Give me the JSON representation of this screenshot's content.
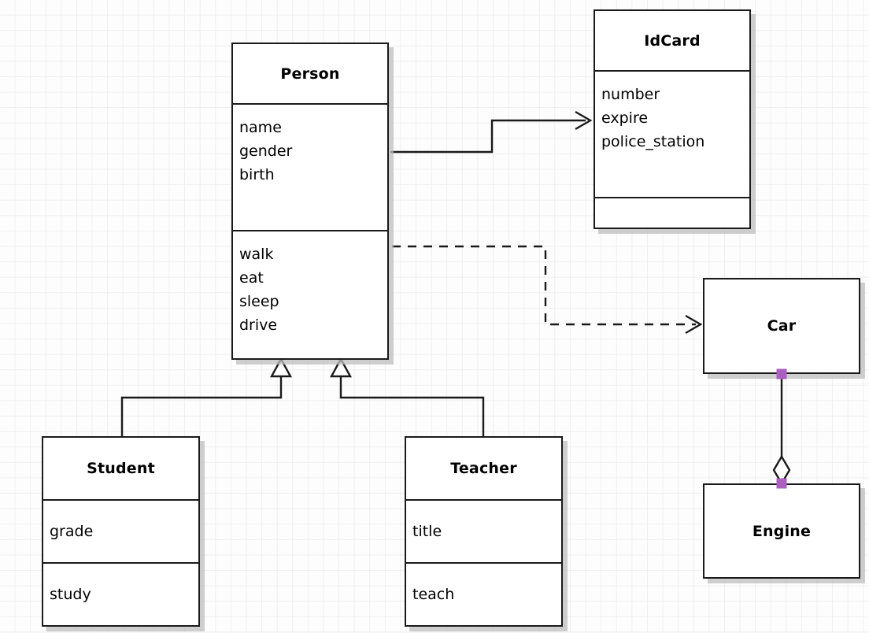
{
  "diagram": {
    "kind": "uml-class-diagram",
    "background": "#fdfdfd",
    "grid_color": "#efefef",
    "line_color": "#1a1a1a",
    "box_fill": "#ffffff",
    "handle_color": "#ab60c0"
  },
  "classes": {
    "person": {
      "name": "Person",
      "attributes": [
        "name",
        "gender",
        "birth"
      ],
      "operations": [
        "walk",
        "eat",
        "sleep",
        "drive"
      ]
    },
    "idcard": {
      "name": "IdCard",
      "attributes": [
        "number",
        "expire",
        "police_station"
      ],
      "operations": []
    },
    "student": {
      "name": "Student",
      "attributes": [
        "grade"
      ],
      "operations": [
        "study"
      ]
    },
    "teacher": {
      "name": "Teacher",
      "attributes": [
        "title"
      ],
      "operations": [
        "teach"
      ]
    },
    "car": {
      "name": "Car",
      "attributes": [],
      "operations": []
    },
    "engine": {
      "name": "Engine",
      "attributes": [],
      "operations": []
    }
  },
  "relationships": [
    {
      "id": "person-idcard",
      "type": "association",
      "from": "Person",
      "to": "IdCard",
      "line": "solid",
      "arrow": "open-arrow"
    },
    {
      "id": "person-car",
      "type": "dependency",
      "from": "Person",
      "to": "Car",
      "line": "dashed",
      "arrow": "open-arrow"
    },
    {
      "id": "student-person",
      "type": "generalization",
      "from": "Student",
      "to": "Person",
      "line": "solid",
      "arrow": "hollow-triangle"
    },
    {
      "id": "teacher-person",
      "type": "generalization",
      "from": "Teacher",
      "to": "Person",
      "line": "solid",
      "arrow": "hollow-triangle"
    },
    {
      "id": "car-engine",
      "type": "aggregation",
      "from": "Car",
      "to": "Engine",
      "line": "solid",
      "arrow": "hollow-diamond",
      "selected": true
    }
  ]
}
